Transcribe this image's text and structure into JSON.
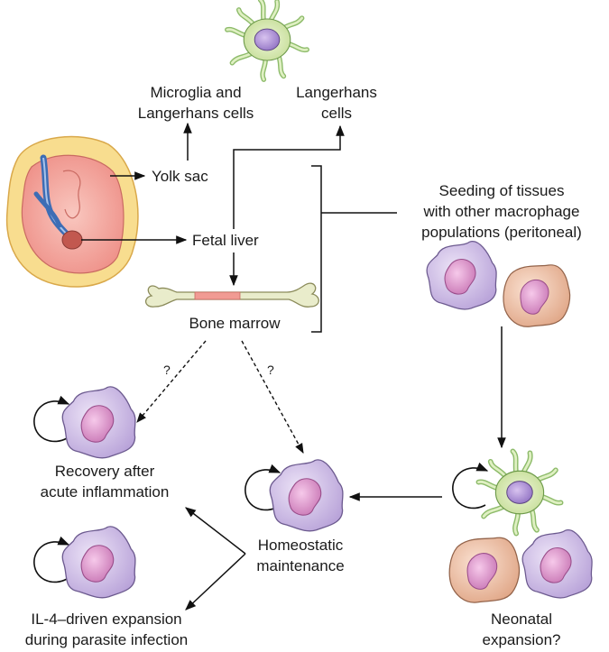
{
  "labels": {
    "microglia_line1": "Microglia and",
    "microglia_line2": "Langerhans cells",
    "langerhans_line1": "Langerhans",
    "langerhans_line2": "cells",
    "yolk_sac": "Yolk sac",
    "fetal_liver": "Fetal liver",
    "bone_marrow": "Bone marrow",
    "seeding_line1": "Seeding of tissues",
    "seeding_line2": "with other macrophage",
    "seeding_line3": "populations (peritoneal)",
    "question_1": "?",
    "question_2": "?",
    "recovery_line1": "Recovery after",
    "recovery_line2": "acute inflammation",
    "homeostatic_line1": "Homeostatic",
    "homeostatic_line2": "maintenance",
    "il4_line1": "IL-4–driven expansion",
    "il4_line2": "during parasite infection",
    "neonatal_line1": "Neonatal",
    "neonatal_line2": "expansion?"
  },
  "colors": {
    "purple_cell": "#c8b6e0",
    "purple_nucleus": "#d98bc4",
    "peach_cell": "#e8b69a",
    "green_cell": "#cfe3a8",
    "embryo_pink": "#f3a9a0",
    "amnion_yellow": "#f8dd8f",
    "bone": "#e9eccb",
    "marrow": "#f19b93",
    "vessel_blue": "#3d6db5"
  },
  "icons": [
    "embryo-illustration",
    "bone-illustration",
    "macrophage-cell",
    "microglia-cell",
    "self-renewal-arrow"
  ]
}
